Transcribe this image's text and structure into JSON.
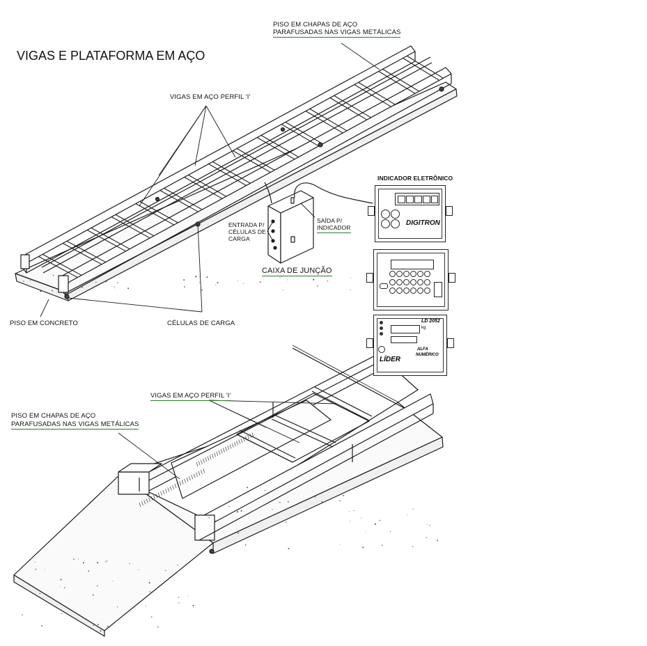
{
  "title": "VIGAS E PLATAFORMA EM AÇO",
  "top_diagram": {
    "piso_chapas_line1": "PISO EM CHAPAS DE AÇO",
    "piso_chapas_line2": "PARAFUSADAS NAS VIGAS METÁLICAS",
    "vigas_perfil": "VIGAS EM AÇO PERFIL 'I'",
    "entrada_line1": "ENTRADA P/",
    "entrada_line2": "CÉLULAS DE",
    "entrada_line3": "CARGA",
    "saida_line1": "SAÍDA P/",
    "saida_line2": "INDICADOR",
    "caixa_juncao": "CAIXA DE JUNÇÃO",
    "piso_concreto": "PISO EM CONCRETO",
    "celulas_carga": "CÉLULAS DE CARGA",
    "indicador_eletronico": "INDICADOR ELETRÔNICO"
  },
  "devices": {
    "digitron_brand": "DIGITRON",
    "lider_model": "LD 2052",
    "lider_brand": "LÍDER",
    "lider_sub1": "ALFA",
    "lider_sub2": "NUMÉRICO",
    "lider_unit": "kg"
  },
  "bottom_diagram": {
    "vigas_perfil": "VIGAS EM AÇO PERFIL 'I'",
    "piso_chapas_line1": "PISO EM CHAPAS DE AÇO",
    "piso_chapas_line2": "PARAFUSADAS NAS VIGAS METÁLICAS"
  },
  "colors": {
    "line": "#1a1a1a",
    "underline": "#2a7a2a",
    "background": "#ffffff"
  }
}
